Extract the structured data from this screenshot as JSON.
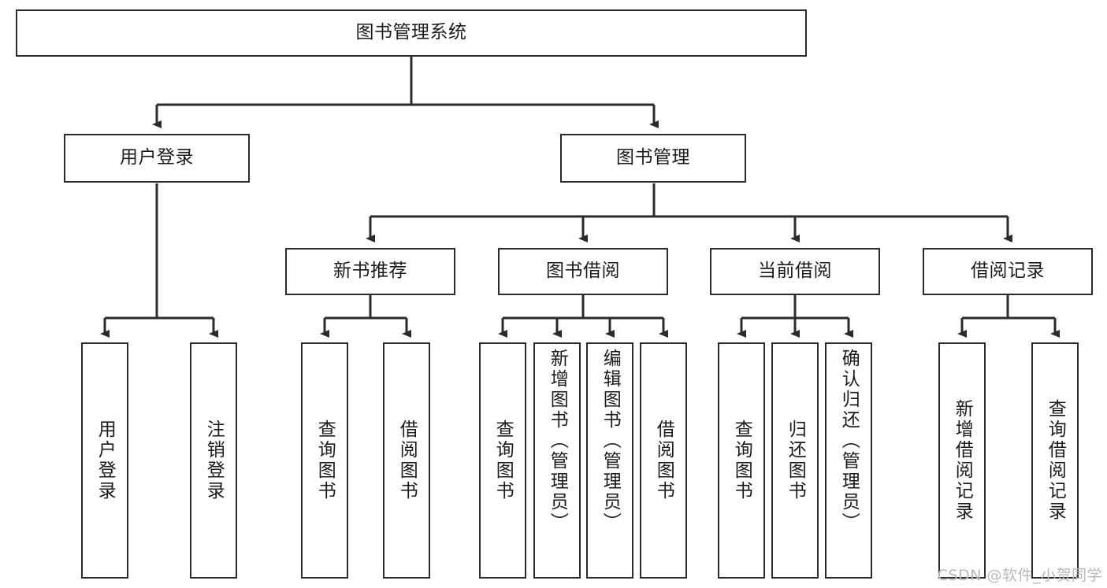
{
  "diagram": {
    "title": "图书管理系统",
    "type": "tree",
    "watermark": "CSDN @软件_小贺同学",
    "colors": {
      "node_border": "#2b2b2b",
      "node_fill": "#ffffff",
      "edge": "#2b2b2b",
      "text": "#1b1b1b",
      "watermark": "#b9b9b9"
    },
    "levels": {
      "root": {
        "label": "图书管理系统"
      },
      "level1": [
        {
          "id": "user-login",
          "label": "用户登录"
        },
        {
          "id": "book-manage",
          "label": "图书管理"
        }
      ],
      "level2": [
        {
          "id": "new-book-recommend",
          "label": "新书推荐",
          "parent": "book-manage"
        },
        {
          "id": "book-borrow",
          "label": "图书借阅",
          "parent": "book-manage"
        },
        {
          "id": "current-borrow",
          "label": "当前借阅",
          "parent": "book-manage"
        },
        {
          "id": "borrow-record",
          "label": "借阅记录",
          "parent": "book-manage"
        }
      ],
      "leaves": [
        {
          "id": "leaf-user-login",
          "label": "用户登录",
          "parent": "user-login"
        },
        {
          "id": "leaf-logout",
          "label": "注销登录",
          "parent": "user-login"
        },
        {
          "id": "leaf-query-book-1",
          "label": "查询图书",
          "parent": "new-book-recommend"
        },
        {
          "id": "leaf-borrow-book-1",
          "label": "借阅图书",
          "parent": "new-book-recommend"
        },
        {
          "id": "leaf-query-book-2",
          "label": "查询图书",
          "parent": "book-borrow"
        },
        {
          "id": "leaf-add-book",
          "label": "新增图书（管理员）",
          "parent": "book-borrow"
        },
        {
          "id": "leaf-edit-book",
          "label": "编辑图书（管理员）",
          "parent": "book-borrow"
        },
        {
          "id": "leaf-borrow-book-2",
          "label": "借阅图书",
          "parent": "book-borrow"
        },
        {
          "id": "leaf-query-book-3",
          "label": "查询图书",
          "parent": "current-borrow"
        },
        {
          "id": "leaf-return-book",
          "label": "归还图书",
          "parent": "current-borrow"
        },
        {
          "id": "leaf-confirm-return",
          "label": "确认归还（管理员）",
          "parent": "current-borrow"
        },
        {
          "id": "leaf-add-record",
          "label": "新增借阅记录",
          "parent": "borrow-record"
        },
        {
          "id": "leaf-query-record",
          "label": "查询借阅记录",
          "parent": "borrow-record"
        }
      ]
    }
  }
}
